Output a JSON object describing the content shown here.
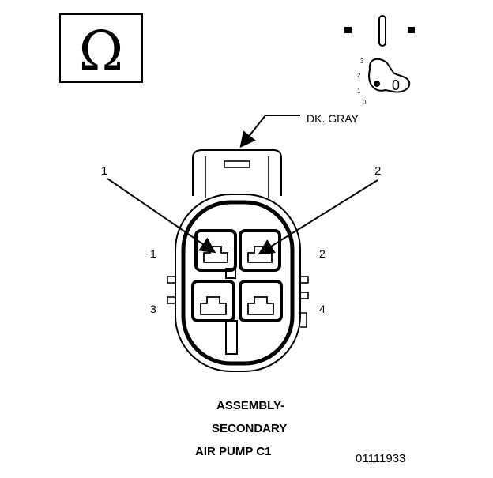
{
  "symbol": {
    "glyph": "Ω",
    "icon": "ohm-icon"
  },
  "ignition": {
    "positions": [
      "3",
      "2",
      "1",
      "0"
    ],
    "key_label": "0",
    "icon": "ignition-switch-icon"
  },
  "connector": {
    "color_label": "DK. GRAY",
    "pin_callouts": [
      "1",
      "2"
    ],
    "cavity_numbers": [
      "1",
      "2",
      "3",
      "4"
    ]
  },
  "caption": {
    "line1": "ASSEMBLY-",
    "line2": "SECONDARY",
    "line3": "AIR PUMP C1"
  },
  "figure_id": "01111933",
  "colors": {
    "ink": "#000000",
    "background": "#ffffff"
  }
}
